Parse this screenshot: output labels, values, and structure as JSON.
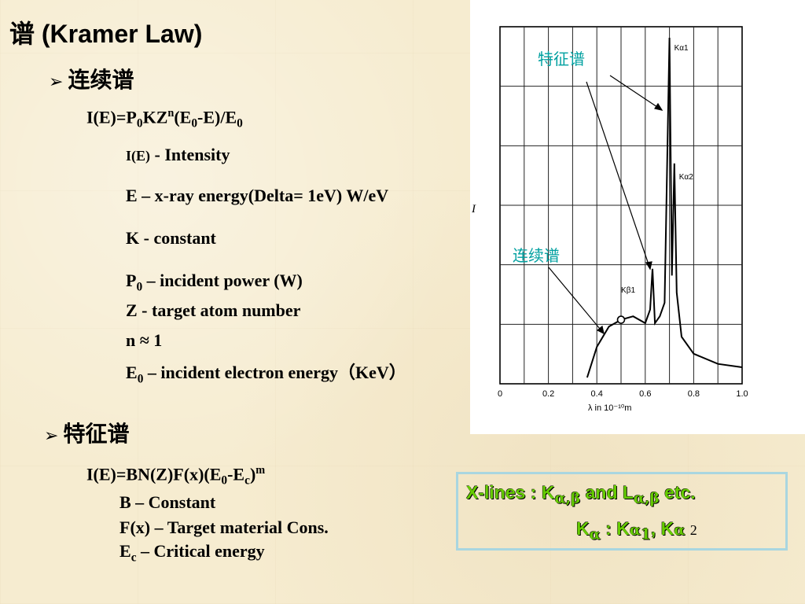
{
  "title": "谱 (Kramer Law)",
  "continuous": {
    "heading": "连续谱",
    "formula": {
      "a": "I(E)=P",
      "b": "0",
      "c": "KZ",
      "d": "n",
      "e": "(E",
      "f": "0",
      "g": "-E)/E",
      "h": "0"
    },
    "items": {
      "intensity_sym": "I(E)",
      "intensity_txt": "- Intensity",
      "energy": "E – x-ray energy(Delta= 1eV)  W/eV",
      "k": "K - constant",
      "p0_a": "P",
      "p0_b": "0",
      "p0_c": " – incident power (W)",
      "z": "Z - target atom number",
      "n": "n ≈ 1",
      "e0_a": "E",
      "e0_b": "0",
      "e0_c": " – incident electron energy（KeV）"
    }
  },
  "characteristic": {
    "heading": "特征谱",
    "formula": {
      "a": "I(E)=BN(Z)F(x)(E",
      "b": "0",
      "c": "-E",
      "d": "c",
      "e": ")",
      "f": "m"
    },
    "b": "B – Constant",
    "fx": "F(x) – Target material Cons.",
    "ec_a": "E",
    "ec_b": "c",
    "ec_c": " – Critical energy"
  },
  "figure": {
    "label_char": "特征谱",
    "label_cont": "连续谱",
    "y_axis": "I",
    "x_axis": "λ in 10⁻¹⁰m",
    "ticks": [
      "0",
      "0.2",
      "0.4",
      "0.6",
      "0.8",
      "1.0"
    ],
    "peaks": [
      "Kα1",
      "Kα2",
      "Kβ1"
    ],
    "label_color": "#00a0a0"
  },
  "chart_data": {
    "type": "line",
    "x_unit": "λ in 10⁻¹⁰m",
    "xlim": [
      0,
      1.0
    ],
    "x": [
      0.36,
      0.4,
      0.45,
      0.5,
      0.55,
      0.6,
      0.62,
      0.63,
      0.64,
      0.66,
      0.68,
      0.7,
      0.71,
      0.72,
      0.73,
      0.75,
      0.8,
      0.9,
      1.0
    ],
    "y": [
      0.0,
      0.09,
      0.15,
      0.17,
      0.18,
      0.16,
      0.2,
      0.32,
      0.16,
      0.18,
      0.22,
      1.0,
      0.3,
      0.63,
      0.25,
      0.12,
      0.07,
      0.04,
      0.03
    ],
    "peaks": [
      {
        "name": "Kβ1",
        "x": 0.63
      },
      {
        "name": "Kα1",
        "x": 0.7
      },
      {
        "name": "Kα2",
        "x": 0.72
      }
    ]
  },
  "callout": {
    "line1_a": "X-lines : K",
    "line1_b": "α,β",
    "line1_c": " and L",
    "line1_d": "α,β",
    "line1_e": " etc.",
    "line2_a": "K",
    "line2_b": "α",
    "line2_c": " : K",
    "line2_d": "α",
    "line2_e": "1",
    "line2_f": ", K",
    "line2_g": "α",
    "line2_h": "2"
  }
}
